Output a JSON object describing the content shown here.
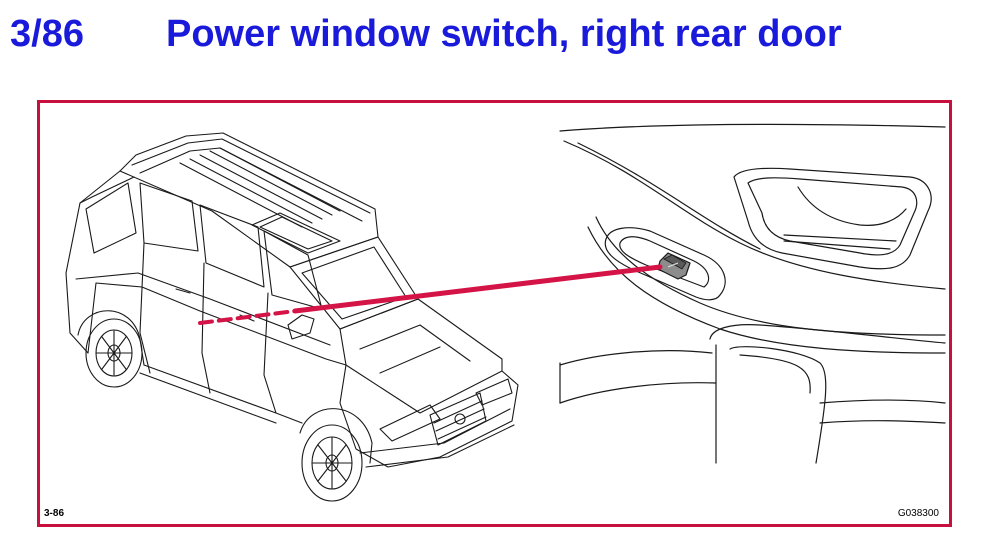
{
  "header": {
    "component_number": "3/86",
    "component_title": "Power window switch, right rear door"
  },
  "figure": {
    "figure_number": "3-86",
    "image_code": "G038300",
    "icons": {
      "vehicle": "suv-vehicle-illustration",
      "detail": "door-panel-detail-illustration",
      "switch": "window-switch-icon",
      "leader": "leader-line"
    }
  },
  "colors": {
    "title_blue": "#1a1adb",
    "frame_crimson": "#c8103f",
    "leader_crimson": "#d41446",
    "drawing_line": "#1a1a1a"
  }
}
